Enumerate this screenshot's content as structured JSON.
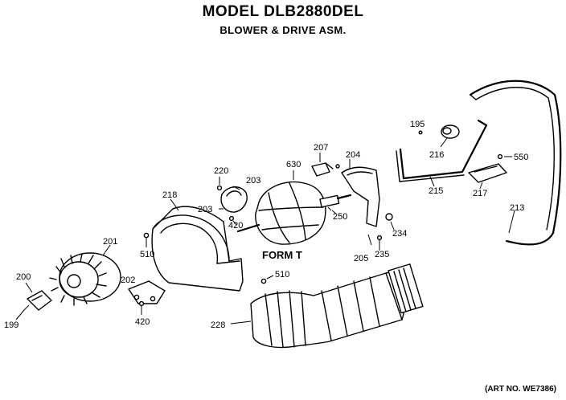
{
  "header": {
    "model_title": "MODEL DLB2880DEL",
    "assembly_title": "BLOWER & DRIVE ASM."
  },
  "form_label": "FORM T",
  "art_number": "(ART NO. WE7386)",
  "parts": {
    "p195": "195",
    "p199": "199",
    "p200": "200",
    "p201": "201",
    "p202": "202",
    "p203a": "203",
    "p203b": "203",
    "p204": "204",
    "p205": "205",
    "p207": "207",
    "p213": "213",
    "p215": "215",
    "p216": "216",
    "p217": "217",
    "p218": "218",
    "p220": "220",
    "p228": "228",
    "p234": "234",
    "p235": "235",
    "p250": "250",
    "p420a": "420",
    "p420b": "420",
    "p510a": "510",
    "p510b": "510",
    "p550": "550",
    "p630": "630"
  }
}
